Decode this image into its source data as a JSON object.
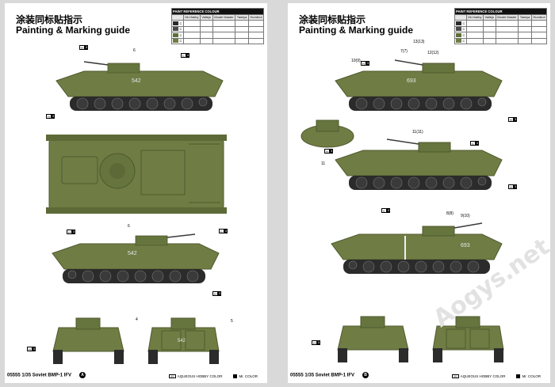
{
  "sheets": [
    {
      "title_cn": "涂装同标贴指示",
      "title_en": "Painting & Marking guide",
      "footer_title": "05555 1/35 Soviet BMP-1 IFV",
      "footer_badge": "A",
      "hull_number": "542"
    },
    {
      "title_cn": "涂装同标贴指示",
      "title_en": "Painting & Marking guide",
      "footer_title": "05555 1/35 Soviet BMP-1 IFV",
      "footer_badge": "B",
      "hull_number": "693"
    }
  ],
  "ref_table": {
    "heading": "PAINT REFERENCE COLOUR",
    "columns": [
      "",
      "Mr.Hobby",
      "Vallejo",
      "Model Master",
      "Tamiya",
      "Humbrol"
    ],
    "rows": [
      {
        "code": "C",
        "values": [
          "",
          "",
          "",
          ""
        ],
        "swatch": "#2a2a2a"
      },
      {
        "code": "C",
        "values": [
          "",
          "",
          "",
          ""
        ],
        "swatch": "#4a4a4a"
      },
      {
        "code": "C",
        "values": [
          "",
          "",
          "",
          ""
        ],
        "swatch": "#5d6e3a"
      },
      {
        "code": "C",
        "values": [
          "",
          "",
          "",
          ""
        ],
        "swatch": "#6f7d44"
      }
    ]
  },
  "callouts_a": [
    {
      "code": "H",
      "num": "3"
    },
    {
      "code": "C",
      "num": "4"
    },
    {
      "code": "H",
      "num": "3"
    },
    {
      "code": "H",
      "num": "3"
    },
    {
      "code": "C",
      "num": "4"
    },
    {
      "code": "H",
      "num": "3"
    },
    {
      "code": "H",
      "num": "3"
    }
  ],
  "callouts_b": [
    {
      "code": "H",
      "num": "3"
    },
    {
      "code": "H",
      "num": "3"
    },
    {
      "code": "C",
      "num": "4"
    },
    {
      "code": "H",
      "num": "3"
    },
    {
      "code": "H",
      "num": "3"
    },
    {
      "code": "C",
      "num": "4"
    },
    {
      "code": "H",
      "num": "3"
    }
  ],
  "numbers_a": [
    "6",
    "6",
    "4",
    "5"
  ],
  "numbers_b": [
    "13(13)",
    "10(9)",
    "7(7)",
    "12(12)",
    "11(11)",
    "11",
    "8(8)",
    "9(10)"
  ],
  "legend": {
    "aqueous": "AQUEOUS HOBBY COLOR",
    "mr_color": "Mr. COLOR",
    "aqueous_code": "H"
  },
  "watermark": "Aogys.net",
  "colors": {
    "hull": "#6f7d44",
    "hull_dark": "#4f5a2e",
    "wheel": "#3a3a3a",
    "track": "#2b2b2b"
  }
}
